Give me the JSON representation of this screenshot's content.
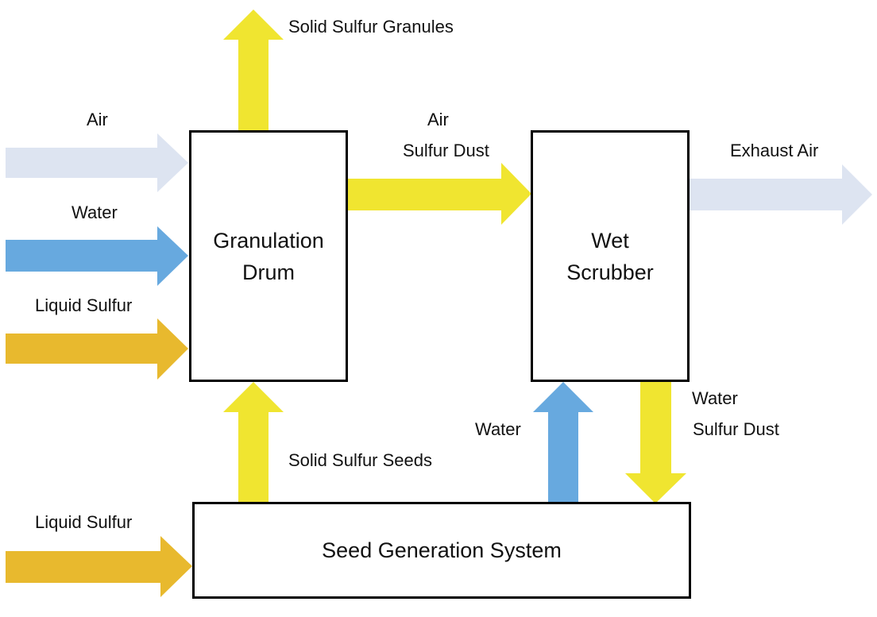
{
  "boxes": {
    "granulation_drum": "Granulation\nDrum",
    "wet_scrubber": "Wet\nScrubber",
    "seed_generation": "Seed Generation System"
  },
  "labels": {
    "solid_sulfur_granules": "Solid Sulfur Granules",
    "air_in": "Air",
    "water_in": "Water",
    "liquid_sulfur_drum": "Liquid Sulfur",
    "air_dust_line1": "Air",
    "air_dust_line2": "Sulfur Dust",
    "exhaust_air": "Exhaust Air",
    "solid_sulfur_seeds": "Solid Sulfur Seeds",
    "water_to_scrubber": "Water",
    "scrubber_out_line1": "Water",
    "scrubber_out_line2": "Sulfur Dust",
    "liquid_sulfur_seed": "Liquid Sulfur"
  },
  "colors": {
    "yellow": "#f0e530",
    "light_blue": "#dde4f1",
    "blue": "#67a9df",
    "gold": "#e8b92e",
    "border": "#000000"
  }
}
